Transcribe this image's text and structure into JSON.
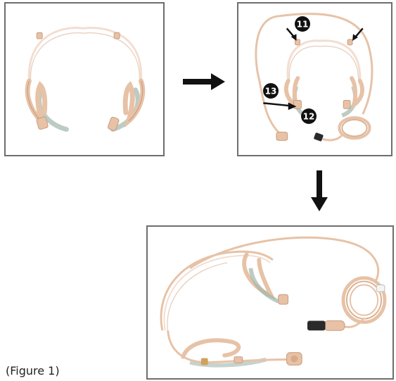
{
  "figure": {
    "caption": "(Figure 1)"
  },
  "callouts": {
    "c11": "11",
    "c12": "12",
    "c13": "13"
  },
  "colors": {
    "cable": "#e7c2a6",
    "cable_edge": "#c89a7a",
    "wire": "#f3ddd0",
    "shadow": "#9fb6ac",
    "panel_border": "#6e6e6e",
    "arrow": "#111111",
    "connector": "#2a2a2a"
  }
}
